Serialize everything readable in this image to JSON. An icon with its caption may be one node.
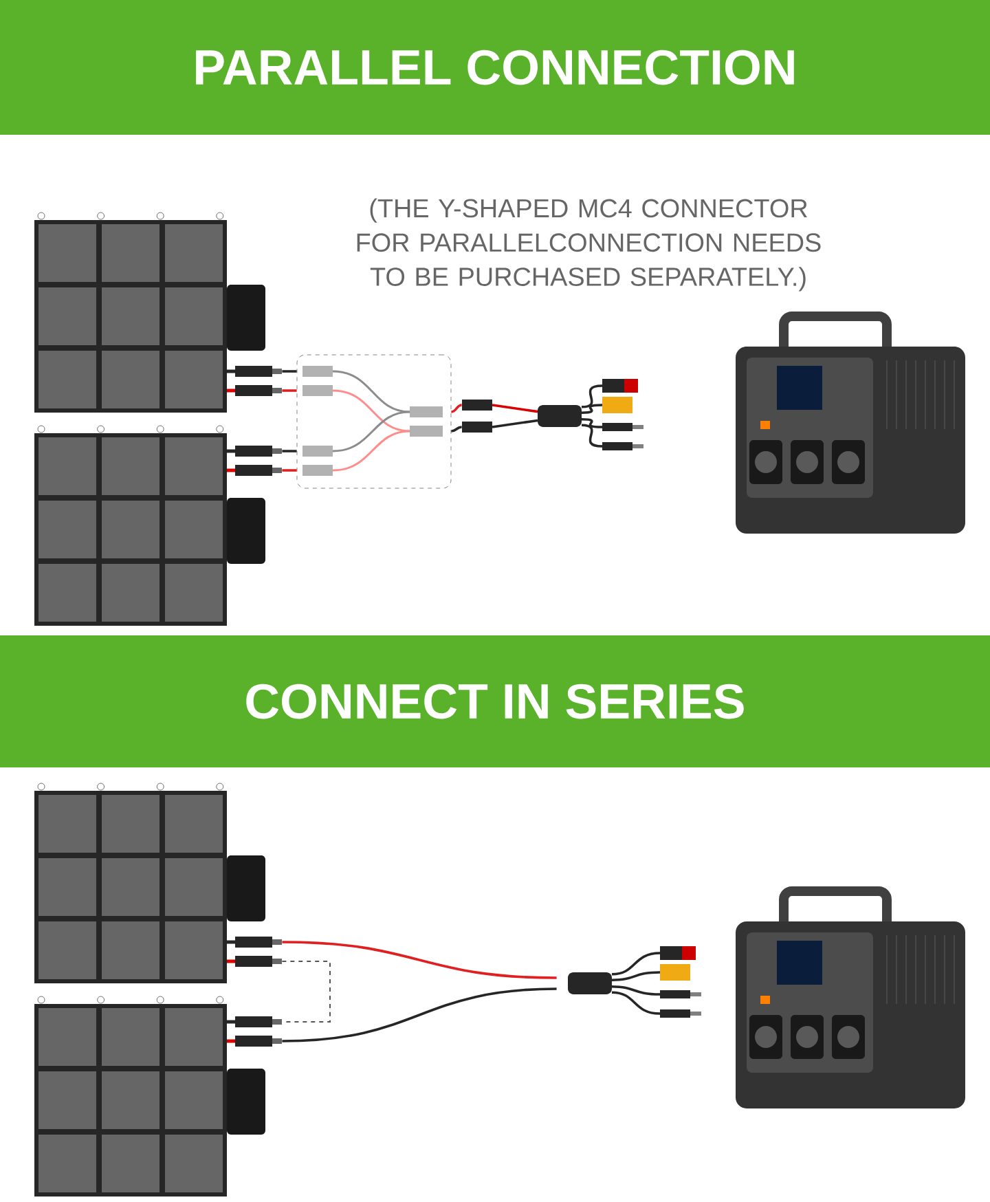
{
  "diagram": {
    "nodes": [
      {
        "text": [
          "PARALLEL CONNECTION"
        ]
      },
      {
        "text": [],
        "shape": "picture"
      },
      {
        "text": [],
        "shape": "picture"
      },
      {
        "text": [],
        "shape": "box"
      },
      {
        "text": [],
        "shape": "picture"
      },
      {
        "text": [],
        "shape": "picture"
      },
      {
        "text": [
          "CONNECT IN SERIES"
        ]
      },
      {
        "text": [],
        "shape": "picture"
      },
      {
        "text": [],
        "shape": "picture"
      },
      {
        "text": [],
        "shape": "picture"
      },
      {
        "text": [],
        "shape": "picture"
      }
    ],
    "edges": [
      {
        "from": 1,
        "to": 3,
        "arrow": "none"
      },
      {
        "from": 1,
        "to": 3,
        "arrow": "none",
        "color": "#e02020"
      },
      {
        "from": 2,
        "to": 3,
        "arrow": "none"
      },
      {
        "from": 2,
        "to": 3,
        "arrow": "none",
        "color": "#e02020"
      },
      {
        "from": 3,
        "to": 4,
        "arrow": "none",
        "color": "#e02020"
      },
      {
        "from": 3,
        "to": 4,
        "arrow": "none"
      },
      {
        "from": 7,
        "to": 8,
        "arrow": "none",
        "style": "dashed",
        "color": "#555555"
      },
      {
        "from": 7,
        "to": 9,
        "arrow": "none",
        "color": "#e02020"
      },
      {
        "from": 8,
        "to": 9,
        "arrow": "none"
      }
    ],
    "labels": [
      "(THE Y-SHAPED MC4 CONNECTOR FOR PARALLELCONNECTION NEEDS TO BE PURCHASED SEPARATELY.)"
    ]
  }
}
